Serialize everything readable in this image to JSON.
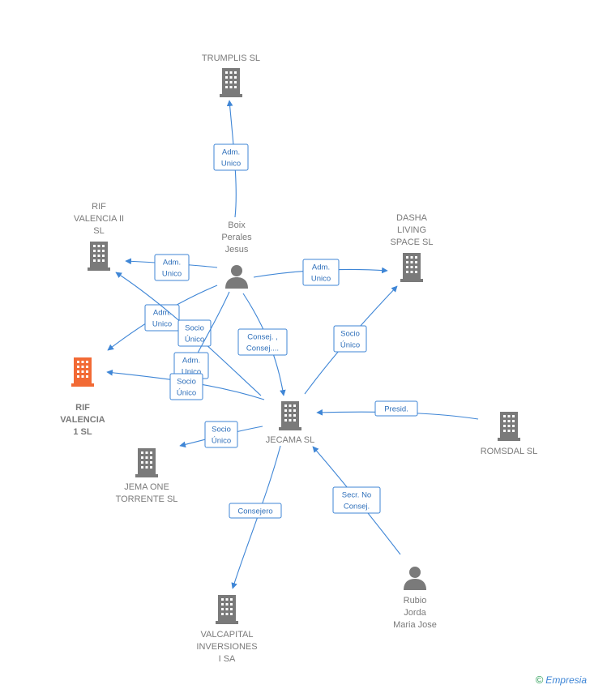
{
  "colors": {
    "edge": "#3f86d6",
    "node": "#7a7a7a",
    "highlight": "#f26a35",
    "copyright": "#2a9d55"
  },
  "nodes": [
    {
      "id": "trumplis",
      "kind": "company",
      "icon": "building-icon",
      "lines": [
        "TRUMPLIS SL"
      ]
    },
    {
      "id": "rif2",
      "kind": "company",
      "icon": "building-icon",
      "lines": [
        "RIF",
        "VALENCIA II",
        "SL"
      ]
    },
    {
      "id": "boix",
      "kind": "person",
      "icon": "person-icon",
      "lines": [
        "Boix",
        "Perales",
        "Jesus"
      ]
    },
    {
      "id": "dasha",
      "kind": "company",
      "icon": "building-icon",
      "lines": [
        "DASHA",
        "LIVING",
        "SPACE  SL"
      ]
    },
    {
      "id": "rif1",
      "kind": "company",
      "icon": "building-icon",
      "highlight": true,
      "lines": [
        "RIF",
        "VALENCIA",
        "1  SL"
      ]
    },
    {
      "id": "jecama",
      "kind": "company",
      "icon": "building-icon",
      "lines": [
        "JECAMA SL"
      ]
    },
    {
      "id": "romsdal",
      "kind": "company",
      "icon": "building-icon",
      "lines": [
        "ROMSDAL SL"
      ]
    },
    {
      "id": "jema",
      "kind": "company",
      "icon": "building-icon",
      "lines": [
        "JEMA ONE",
        "TORRENTE  SL"
      ]
    },
    {
      "id": "valcapital",
      "kind": "company",
      "icon": "building-icon",
      "lines": [
        "VALCAPITAL",
        "INVERSIONES",
        "I SA"
      ]
    },
    {
      "id": "rubio",
      "kind": "person",
      "icon": "person-icon",
      "lines": [
        "Rubio",
        "Jorda",
        "Maria Jose"
      ]
    }
  ],
  "edges": [
    {
      "from": "boix",
      "to": "trumplis",
      "lines": [
        "Adm.",
        "Unico"
      ]
    },
    {
      "from": "boix",
      "to": "rif2",
      "lines": [
        "Adm.",
        "Unico"
      ]
    },
    {
      "from": "boix",
      "to": "dasha",
      "lines": [
        "Adm.",
        "Unico"
      ]
    },
    {
      "from": "boix",
      "to": "rif1",
      "lines": [
        "Adm.",
        "Unico"
      ]
    },
    {
      "from": "jecama",
      "to": "rif2",
      "lines": [
        "Socio",
        "Único"
      ]
    },
    {
      "from": "boix",
      "to": "jema",
      "lines": [
        "Adm.",
        "Unico"
      ]
    },
    {
      "from": "jecama",
      "to": "rif1",
      "lines": [
        "Socio",
        "Único"
      ]
    },
    {
      "from": "boix",
      "to": "jecama",
      "lines": [
        "Consej. ,",
        "Consej...."
      ]
    },
    {
      "from": "jecama",
      "to": "dasha",
      "lines": [
        "Socio",
        "Único"
      ]
    },
    {
      "from": "romsdal",
      "to": "jecama",
      "lines": [
        "Presid."
      ]
    },
    {
      "from": "jecama",
      "to": "jema",
      "lines": [
        "Socio",
        "Único"
      ]
    },
    {
      "from": "jecama",
      "to": "valcapital",
      "lines": [
        "Consejero"
      ]
    },
    {
      "from": "rubio",
      "to": "jecama",
      "lines": [
        "Secr.  No",
        "Consej."
      ]
    }
  ],
  "footer": {
    "copyright_symbol": "©",
    "brand_initial": "E",
    "brand_rest": "mpresia"
  }
}
